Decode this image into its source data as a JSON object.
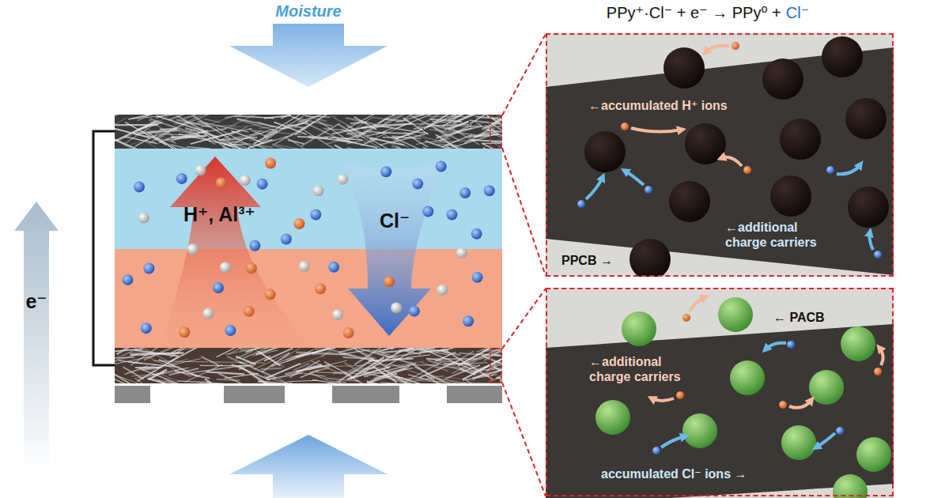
{
  "diagram": {
    "nodes": [
      {
        "text": [
          "←accumulated H⁺ ions",
          "←additional charge carriers",
          "PPCB →"
        ]
      },
      {
        "text": [
          "← PACB",
          "←additional charge carriers",
          "accumulated Cl⁻ ions →"
        ]
      }
    ],
    "labels": [
      "Moisture",
      "e⁻",
      "H⁺, Al³⁺",
      "Cl⁻",
      "PPy⁺·Cl⁻ + e⁻ → PPy⁰ +",
      "Cl⁻"
    ]
  }
}
